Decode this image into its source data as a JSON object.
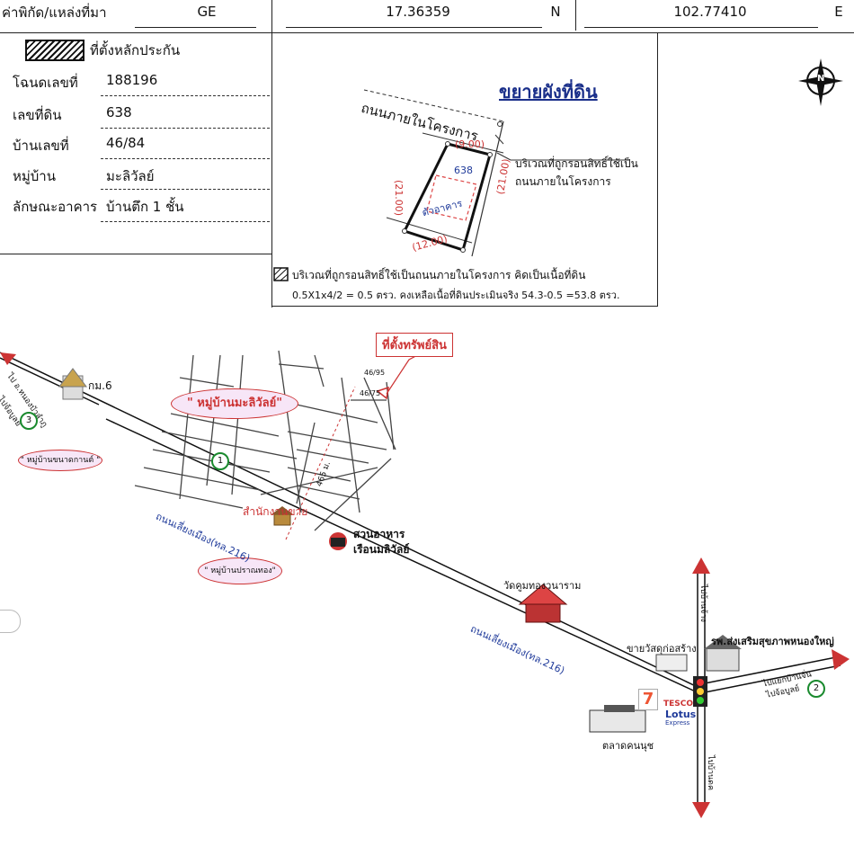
{
  "coords": {
    "label": "ค่าพิกัด/แหล่งที่มา",
    "source": "GE",
    "lat": "17.36359",
    "lat_dir": "N",
    "lon": "102.77410",
    "lon_dir": "E"
  },
  "legend": {
    "title": "ที่ตั้งหลักประกัน"
  },
  "info": [
    {
      "label": "โฉนดเลขที่",
      "value": "188196"
    },
    {
      "label": "เลขที่ดิน",
      "value": "638"
    },
    {
      "label": "บ้านเลขที่",
      "value": "46/84"
    },
    {
      "label": "หมู่บ้าน",
      "value": "มะลิวัลย์"
    },
    {
      "label": "ลักษณะอาคาร",
      "value": "บ้านตึก 1 ชั้น"
    }
  ],
  "plot": {
    "title": "ขยายผังที่ดิน",
    "road_label": "ถนนภายในโครงการ",
    "top_dim": "(9.00)",
    "left_dim": "(21.00)",
    "right_dim": "(21.00)",
    "bottom_dim": "(12.00)",
    "parcel_no": "638",
    "building_label": "ตัวอาคาร",
    "encroach_note_1": "บริเวณที่ถูกรอนสิทธิ์ใช้เป็น",
    "encroach_note_2": "ถนนภายในโครงการ",
    "footnote_1": "บริเวณที่ถูกรอนสิทธิ์ใช้เป็นถนนภายในโครงการ คิดเป็นเนื้อที่ดิน",
    "footnote_2": "0.5X1x4/2 = 0.5 ตรว. คงเหลือเนื้อที่ดินประเมินจริง 54.3-0.5 =53.8 ตรว.",
    "compass": "N"
  },
  "map": {
    "asset_label": "ที่ตั้งทรัพย์สิน",
    "village_main": "\" หมู่บ้านมะลิวัลย์\"",
    "km_label": "กม.6",
    "left_road": "ไป อ.หนองบัวลำภู",
    "left_road_2": "ไปจ้อบูลย์",
    "circ_3": "3",
    "circ_1": "1",
    "circ_2": "2",
    "village_left": "\" หมู่บ้านขนาดกานต์ \"",
    "village_bottom": "\" หมู่บ้านปราณทอง\"",
    "road_name_1": "ถนนเลี่ยงเมือง(ทล.216)",
    "road_name_2": "ถนนเลี่ยงเมือง(ทล.216)",
    "sales_office": "สำนักงานขาย",
    "distance": "465 ม.",
    "house_a": "46/95",
    "house_b": "46/75",
    "restaurant_1": "สวนอาหาร",
    "restaurant_2": "เรือนมลิวัลย์",
    "temple": "วัดคูมทองวนาราม",
    "market_sign": "ขายวัสดุก่อสร้าง",
    "hospital": "รพ.ส่งเสริมสุขภาพหนองใหญ่",
    "to_north": "ไปบ้านจ้าง",
    "to_south": "ไปบ้านดค",
    "to_east_1": "ไปแยกบ้านจั่น",
    "to_east_2": "ไปจ้อบูลย์",
    "market": "ตลาดคนนุช",
    "tesco_1": "TESCO",
    "tesco_2": "Lotus",
    "tesco_3": "Express",
    "seven": "7"
  }
}
